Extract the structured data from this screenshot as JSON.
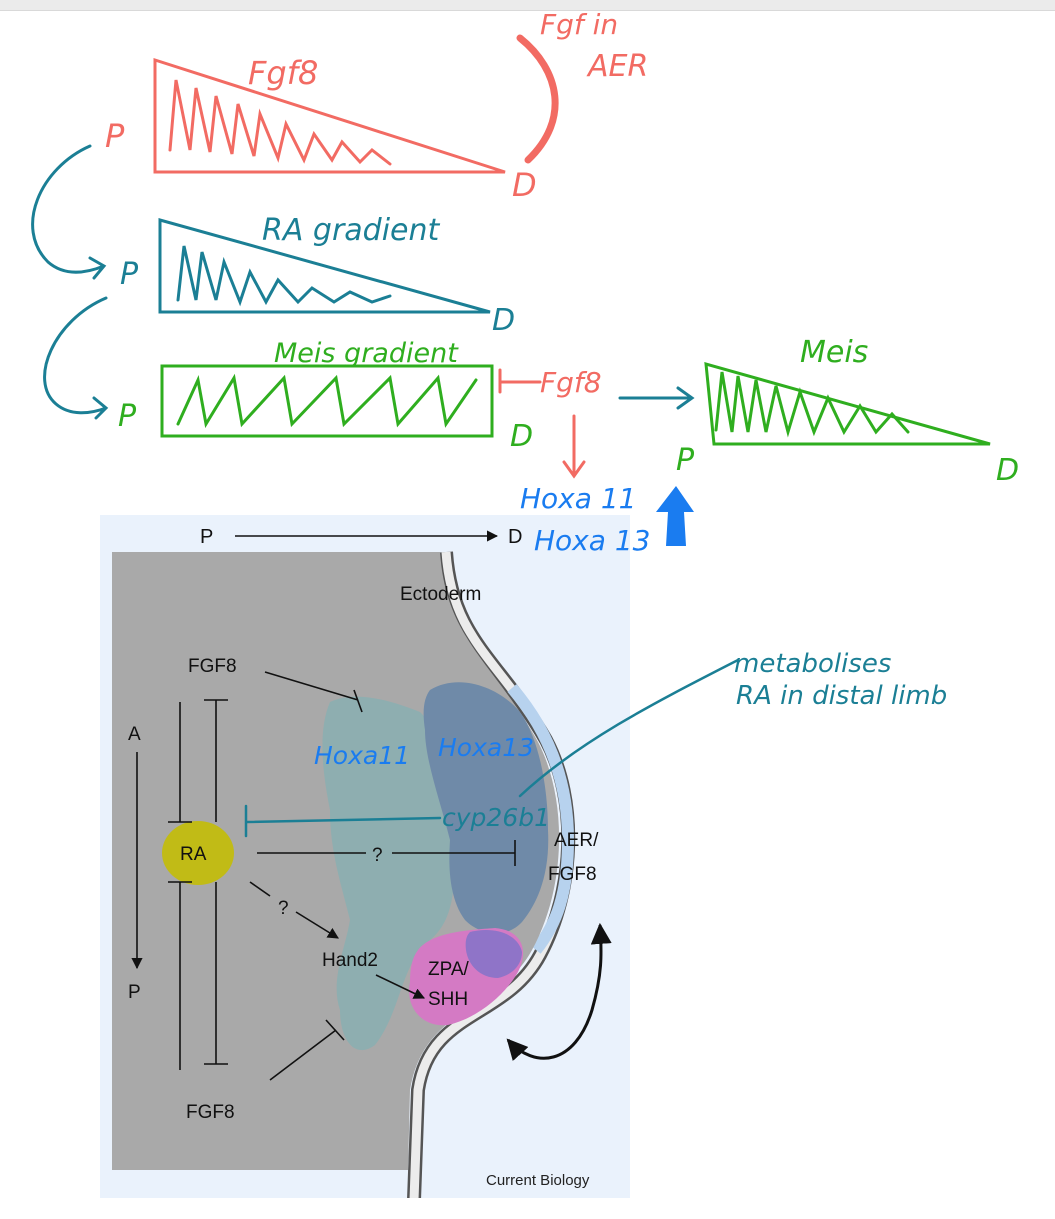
{
  "colors": {
    "red": "#f26b63",
    "teal": "#1b7f95",
    "green": "#2fae1f",
    "blue": "#1a7cf0",
    "figure_bg": "#eaf2fc",
    "mesoderm": "#a9a9a9",
    "hox11": "#8eaeb0",
    "hox13": "#6f8aa8",
    "ra": "#c1bb16",
    "zpa": "#d47ac4"
  },
  "handwritten": {
    "fgf8_wedge": {
      "label": "Fgf8",
      "p": "P",
      "d": "D"
    },
    "fgf_in_aer": {
      "line1": "Fgf in",
      "line2": "AER"
    },
    "ra_wedge": {
      "label": "RA gradient",
      "p": "P",
      "d": "D"
    },
    "meis_box": {
      "label": "Meis gradient",
      "p": "P",
      "d": "D"
    },
    "inhibitor": "Fgf8",
    "meis_wedge": {
      "label": "Meis",
      "p": "P",
      "d": "D"
    },
    "hoxa_targets": [
      "Hoxa 11",
      "Hoxa 13"
    ],
    "cyp_note": {
      "line1": "metabolises",
      "line2": "RA in distal limb"
    },
    "hoxa11_region": "Hoxa11",
    "hoxa13_region": "Hoxa13",
    "cyp26b1": "cyp26b1",
    "up_arrow_icon": "thick-up-arrow"
  },
  "figure": {
    "axis_p": "P",
    "axis_d": "D",
    "axis_a": "A",
    "axis_p2": "P",
    "ectoderm": "Ectoderm",
    "fgf8_top": "FGF8",
    "fgf8_bottom": "FGF8",
    "ra": "RA",
    "question1": "?",
    "question2": "?",
    "hand2": "Hand2",
    "zpa_line1": "ZPA/",
    "zpa_line2": "SHH",
    "aer_line1": "AER/",
    "aer_line2": "FGF8",
    "credit": "Current Biology"
  }
}
